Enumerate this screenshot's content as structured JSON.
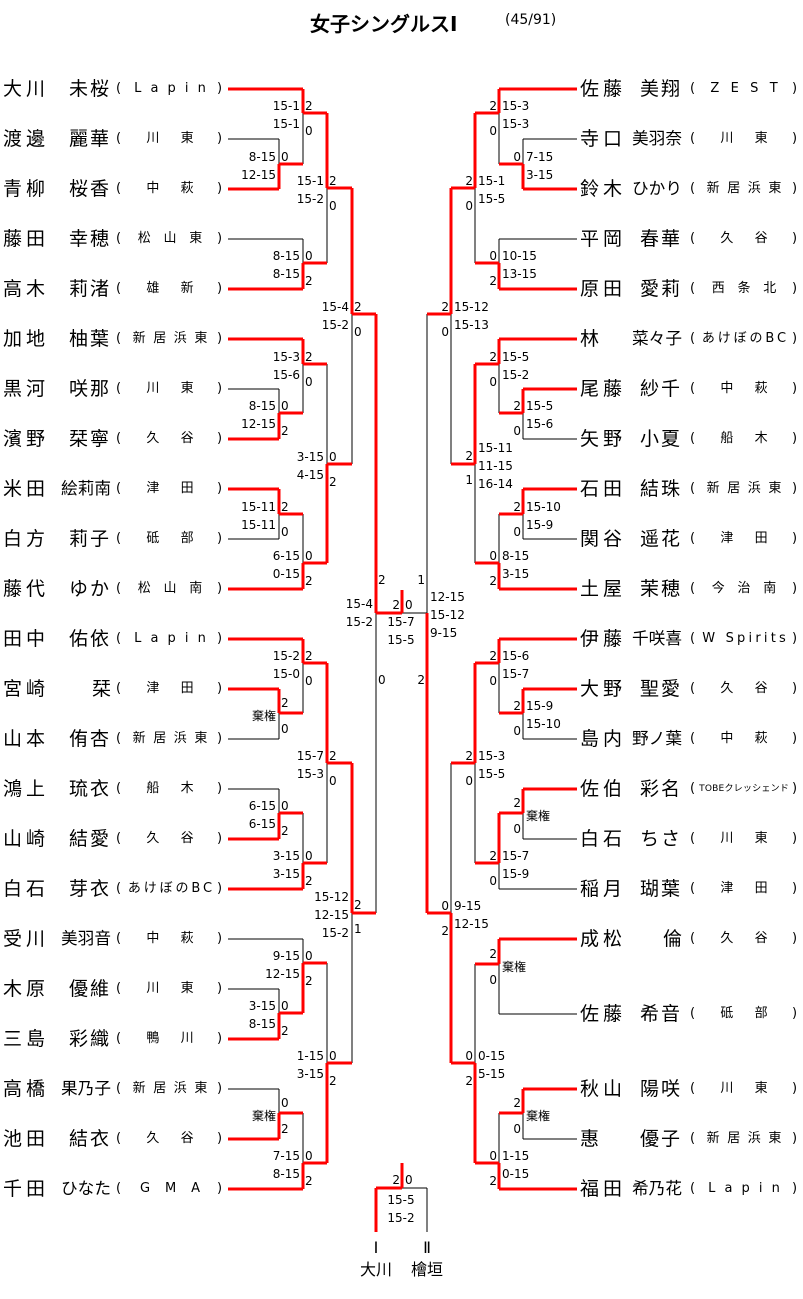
{
  "title": {
    "main": "女子シングルスⅠ",
    "count": "(45/91)"
  },
  "left_players": [
    {
      "family": "大川",
      "given": "未桜",
      "team": "Lapin"
    },
    {
      "family": "渡邊",
      "given": "麗華",
      "team": "川東"
    },
    {
      "family": "青柳",
      "given": "桜香",
      "team": "中萩"
    },
    {
      "family": "藤田",
      "given": "幸穂",
      "team": "松山東"
    },
    {
      "family": "高木",
      "given": "莉渚",
      "team": "雄新"
    },
    {
      "family": "加地",
      "given": "柚葉",
      "team": "新居浜東"
    },
    {
      "family": "黒河",
      "given": "咲那",
      "team": "川東"
    },
    {
      "family": "濱野",
      "given": "栞寧",
      "team": "久谷"
    },
    {
      "family": "米田",
      "given": "絵莉南",
      "team": "津田"
    },
    {
      "family": "白方",
      "given": "莉子",
      "team": "砥部"
    },
    {
      "family": "藤代",
      "given": "ゆか",
      "team": "松山南"
    },
    {
      "family": "田中",
      "given": "佑依",
      "team": "Lapin"
    },
    {
      "family": "宮崎",
      "given": "栞",
      "team": "津田"
    },
    {
      "family": "山本",
      "given": "侑杏",
      "team": "新居浜東"
    },
    {
      "family": "鴻上",
      "given": "琉衣",
      "team": "船木"
    },
    {
      "family": "山崎",
      "given": "結愛",
      "team": "久谷"
    },
    {
      "family": "白石",
      "given": "芽衣",
      "team": "あけぼのBC"
    },
    {
      "family": "受川",
      "given": "美羽音",
      "team": "中萩"
    },
    {
      "family": "木原",
      "given": "優維",
      "team": "川東"
    },
    {
      "family": "三島",
      "given": "彩織",
      "team": "鴨川"
    },
    {
      "family": "高橋",
      "given": "果乃子",
      "team": "新居浜東"
    },
    {
      "family": "池田",
      "given": "結衣",
      "team": "久谷"
    },
    {
      "family": "千田",
      "given": "ひなた",
      "team": "GMA"
    }
  ],
  "right_players": [
    {
      "family": "佐藤",
      "given": "美翔",
      "team": "ZEST"
    },
    {
      "family": "寺口",
      "given": "美羽奈",
      "team": "川東"
    },
    {
      "family": "鈴木",
      "given": "ひかり",
      "team": "新居浜東"
    },
    {
      "family": "平岡",
      "given": "春華",
      "team": "久谷"
    },
    {
      "family": "原田",
      "given": "愛莉",
      "team": "西条北"
    },
    {
      "family": "林",
      "given": "菜々子",
      "team": "あけぼのBC"
    },
    {
      "family": "尾藤",
      "given": "紗千",
      "team": "中萩"
    },
    {
      "family": "矢野",
      "given": "小夏",
      "team": "船木"
    },
    {
      "family": "石田",
      "given": "結珠",
      "team": "新居浜東"
    },
    {
      "family": "関谷",
      "given": "遥花",
      "team": "津田"
    },
    {
      "family": "土屋",
      "given": "茉穂",
      "team": "今治南"
    },
    {
      "family": "伊藤",
      "given": "千咲喜",
      "team": "W Spirits"
    },
    {
      "family": "大野",
      "given": "聖愛",
      "team": "久谷"
    },
    {
      "family": "島内",
      "given": "野ノ葉",
      "team": "中萩"
    },
    {
      "family": "佐伯",
      "given": "彩名",
      "team": "TOBEクレッシェンド"
    },
    {
      "family": "白石",
      "given": "ちさ",
      "team": "川東"
    },
    {
      "family": "稲月",
      "given": "瑚葉",
      "team": "津田"
    },
    {
      "family": "成松",
      "given": "倫",
      "team": "久谷"
    },
    {
      "family": "佐藤",
      "given": "希音",
      "team": "砥部"
    },
    {
      "family": "秋山",
      "given": "陽咲",
      "team": "川東"
    },
    {
      "family": "惠",
      "given": "優子",
      "team": "新居浜東"
    },
    {
      "family": "福田",
      "given": "希乃花",
      "team": "Lapin"
    }
  ],
  "matches": {
    "left": [
      {
        "scores": [
          "8-15",
          "12-15"
        ],
        "top": "0",
        "bottom": ""
      },
      {
        "scores": [
          "15-1",
          "15-1"
        ],
        "top": "2",
        "bottom": "0"
      },
      {
        "scores": [
          "8-15",
          "8-15"
        ],
        "top": "0",
        "bottom": "2"
      },
      {
        "scores": [
          "15-1",
          "15-2"
        ],
        "top": "2",
        "bottom": "0"
      },
      {
        "scores": [
          "8-15",
          "12-15"
        ],
        "top": "0",
        "bottom": "2"
      },
      {
        "scores": [
          "15-3",
          "15-6"
        ],
        "top": "2",
        "bottom": "0"
      },
      {
        "scores": [
          "15-11",
          "15-11"
        ],
        "top": "2",
        "bottom": "0"
      },
      {
        "scores": [
          "6-15",
          "0-15"
        ],
        "top": "0",
        "bottom": "2"
      },
      {
        "scores": [
          "3-15",
          "4-15"
        ],
        "top": "0",
        "bottom": "2"
      },
      {
        "scores": [
          "15-4",
          "15-2"
        ],
        "top": "2",
        "bottom": "0"
      },
      {
        "scores": [
          "棄権"
        ],
        "top": "2",
        "bottom": "0"
      },
      {
        "scores": [
          "15-2",
          "15-0"
        ],
        "top": "2",
        "bottom": "0"
      },
      {
        "scores": [
          "6-15",
          "6-15"
        ],
        "top": "0",
        "bottom": "2"
      },
      {
        "scores": [
          "3-15",
          "3-15"
        ],
        "top": "0",
        "bottom": "2"
      },
      {
        "scores": [
          "15-7",
          "15-3"
        ],
        "top": "2",
        "bottom": "0"
      },
      {
        "scores": [
          "3-15",
          "8-15"
        ],
        "top": "0",
        "bottom": "2"
      },
      {
        "scores": [
          "9-15",
          "12-15"
        ],
        "top": "0",
        "bottom": "2"
      },
      {
        "scores": [
          "棄権"
        ],
        "top": "0",
        "bottom": "2"
      },
      {
        "scores": [
          "7-15",
          "8-15"
        ],
        "top": "0",
        "bottom": "2"
      },
      {
        "scores": [
          "1-15",
          "3-15"
        ],
        "top": "0",
        "bottom": "2"
      },
      {
        "scores": [
          "15-12",
          "12-15",
          "15-2"
        ],
        "top": "2",
        "bottom": "1"
      },
      {
        "scores": [
          "15-4",
          "15-2"
        ],
        "top": "2",
        "bottom": "0"
      }
    ],
    "right": [
      {
        "scores": [
          "7-15",
          "3-15"
        ],
        "top": "0",
        "bottom": ""
      },
      {
        "scores": [
          "15-3",
          "15-3"
        ],
        "top": "2",
        "bottom": "0"
      },
      {
        "scores": [
          "10-15",
          "13-15"
        ],
        "top": "0",
        "bottom": "2"
      },
      {
        "scores": [
          "15-1",
          "15-5"
        ],
        "top": "2",
        "bottom": "0"
      },
      {
        "scores": [
          "15-5",
          "15-6"
        ],
        "top": "2",
        "bottom": "0"
      },
      {
        "scores": [
          "15-5",
          "15-2"
        ],
        "top": "2",
        "bottom": "0"
      },
      {
        "scores": [
          "15-10",
          "15-9"
        ],
        "top": "2",
        "bottom": "0"
      },
      {
        "scores": [
          "8-15",
          "3-15"
        ],
        "top": "0",
        "bottom": "2"
      },
      {
        "scores": [
          "15-11",
          "11-15",
          "16-14"
        ],
        "top": "2",
        "bottom": "1"
      },
      {
        "scores": [
          "15-12",
          "15-13"
        ],
        "top": "2",
        "bottom": "0"
      },
      {
        "scores": [
          "15-9",
          "15-10"
        ],
        "top": "2",
        "bottom": "0"
      },
      {
        "scores": [
          "15-6",
          "15-7"
        ],
        "top": "2",
        "bottom": "0"
      },
      {
        "scores": [
          "棄権"
        ],
        "top": "2",
        "bottom": "0"
      },
      {
        "scores": [
          "15-7",
          "15-9"
        ],
        "top": "2",
        "bottom": "0"
      },
      {
        "scores": [
          "15-3",
          "15-5"
        ],
        "top": "2",
        "bottom": "0"
      },
      {
        "scores": [
          "棄権"
        ],
        "top": "2",
        "bottom": "0"
      },
      {
        "scores": [
          "棄権"
        ],
        "top": "2",
        "bottom": "0"
      },
      {
        "scores": [
          "1-15",
          "0-15"
        ],
        "top": "0",
        "bottom": "2"
      },
      {
        "scores": [
          "0-15",
          "5-15"
        ],
        "top": "0",
        "bottom": "2"
      },
      {
        "scores": [
          "9-15",
          "12-15"
        ],
        "top": "0",
        "bottom": "2"
      },
      {
        "scores": [
          "12-15",
          "15-12",
          "9-15"
        ],
        "top": "1",
        "bottom": "2"
      }
    ]
  },
  "final": {
    "left": "2",
    "right": "0",
    "scores": [
      "15-7",
      "15-5"
    ]
  },
  "playoff": {
    "left": "2",
    "right": "0",
    "scores": [
      "15-5",
      "15-2"
    ],
    "ranks": [
      "Ⅰ",
      "Ⅱ"
    ],
    "names": [
      "大川",
      "檜垣"
    ]
  },
  "colors": {
    "winner_line": "#ff0000",
    "line": "#000000"
  }
}
